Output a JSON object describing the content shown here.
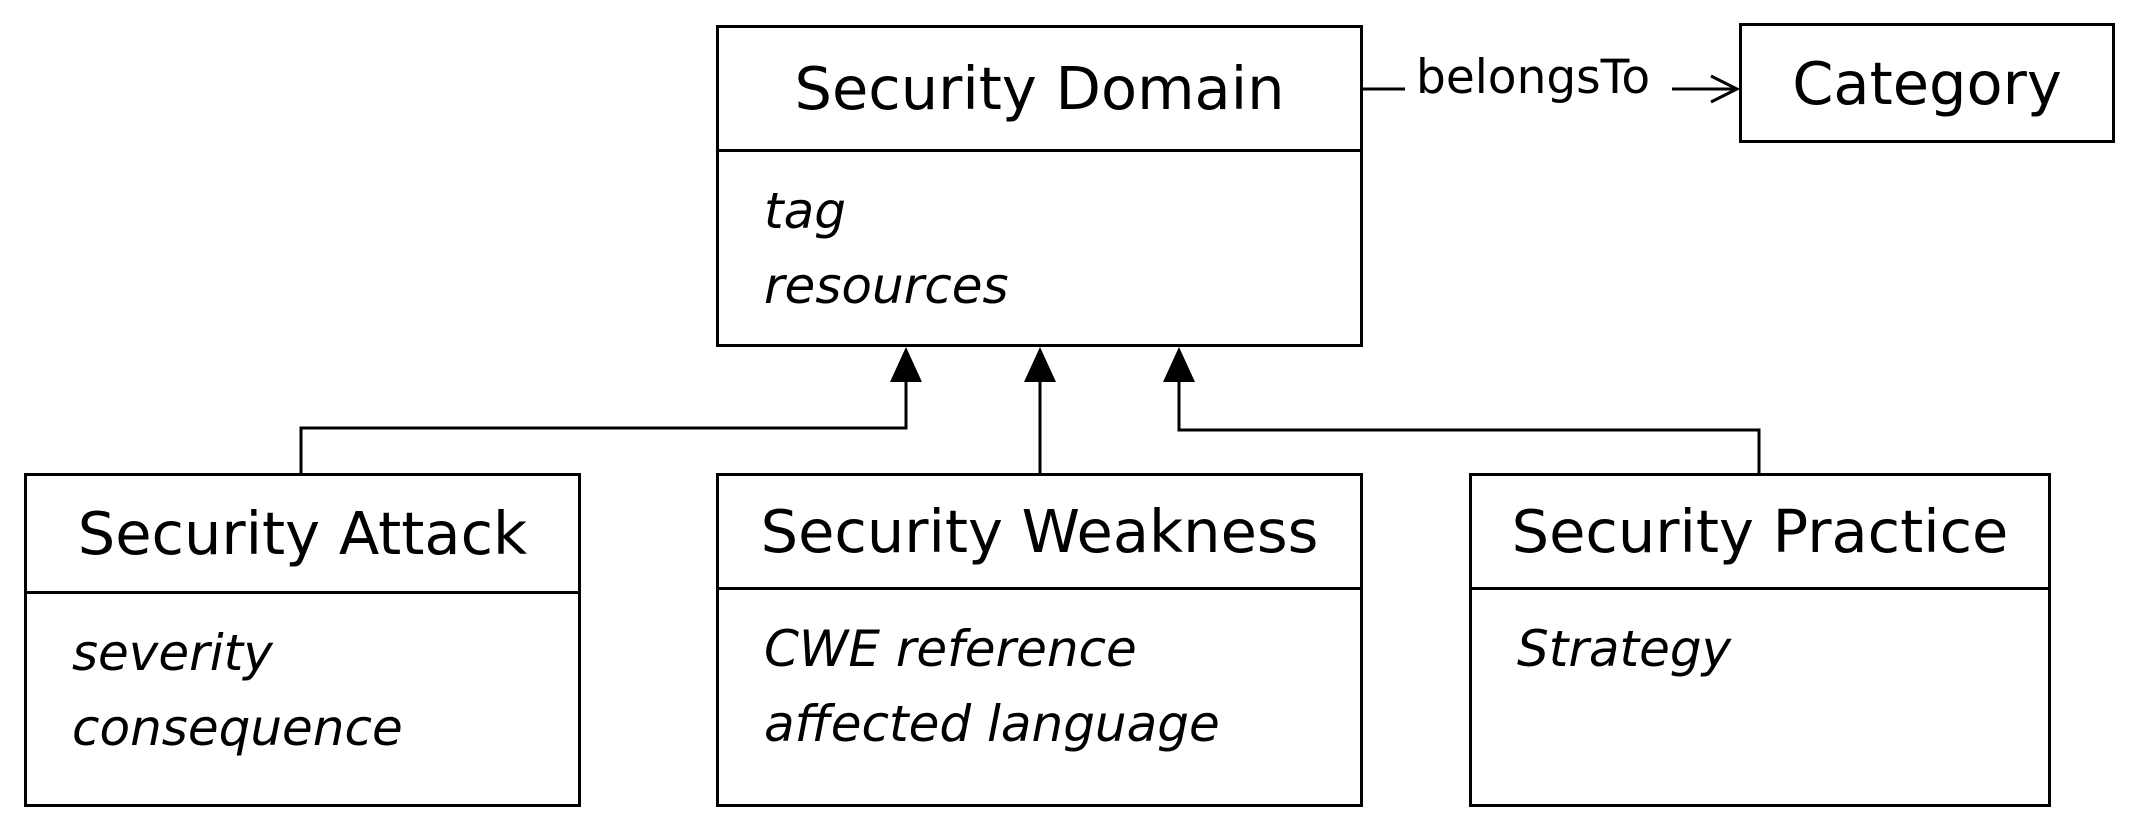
{
  "diagram": {
    "security_domain": {
      "title": "Security Domain",
      "attributes": [
        "tag",
        "resources"
      ]
    },
    "category": {
      "title": "Category"
    },
    "association_label": "belongsTo",
    "security_attack": {
      "title": "Security Attack",
      "attributes": [
        "severity",
        "consequence"
      ]
    },
    "security_weakness": {
      "title": "Security Weakness",
      "attributes": [
        "CWE reference",
        "affected language"
      ]
    },
    "security_practice": {
      "title": "Security Practice",
      "attributes": [
        "Strategy"
      ]
    }
  }
}
